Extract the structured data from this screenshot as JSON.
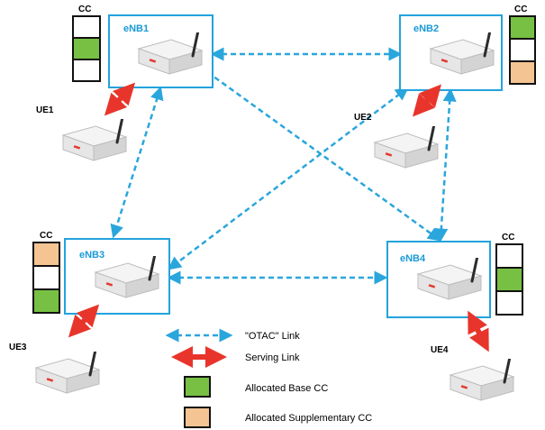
{
  "nodes": [
    {
      "id": "enb1",
      "label": "eNB1",
      "cc_label": "CC",
      "cc_slots": [
        "empty",
        "base",
        "empty"
      ]
    },
    {
      "id": "enb2",
      "label": "eNB2",
      "cc_label": "CC",
      "cc_slots": [
        "base",
        "empty",
        "supp"
      ]
    },
    {
      "id": "enb3",
      "label": "eNB3",
      "cc_label": "CC",
      "cc_slots": [
        "supp",
        "empty",
        "base"
      ]
    },
    {
      "id": "enb4",
      "label": "eNB4",
      "cc_label": "CC",
      "cc_slots": [
        "empty",
        "base",
        "empty"
      ]
    }
  ],
  "ues": [
    {
      "id": "ue1",
      "label": "UE1"
    },
    {
      "id": "ue2",
      "label": "UE2"
    },
    {
      "id": "ue3",
      "label": "UE3"
    },
    {
      "id": "ue4",
      "label": "UE4"
    }
  ],
  "legend": {
    "otac_link": "\"OTAC\" Link",
    "serving_link": "Serving Link",
    "base_cc": "Allocated Base CC",
    "supp_cc": "Allocated Supplementary CC"
  },
  "colors": {
    "otac": "#2aa6dc",
    "serving": "#e8352b",
    "base_cc": "#77c043",
    "supp_cc": "#f4c493",
    "enb_border": "#23a3dd",
    "cc_border": "#111111"
  }
}
